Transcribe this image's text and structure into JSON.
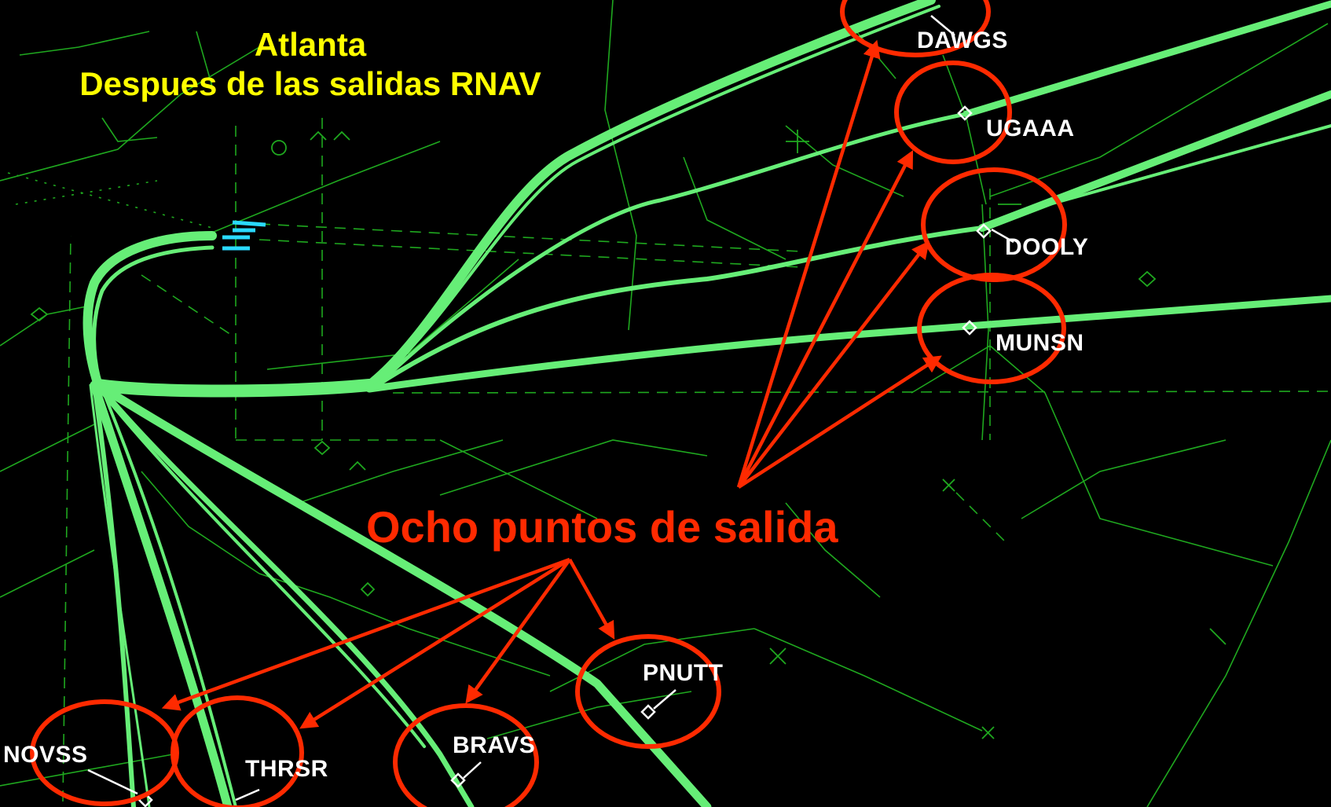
{
  "title": {
    "line1": "Atlanta",
    "line2": "Despues de las salidas RNAV"
  },
  "callout": "Ocho puntos de salida",
  "waypoints": {
    "dawgs": "DAWGS",
    "ugaaa": "UGAAA",
    "dooly": "DOOLY",
    "munsn": "MUNSN",
    "pnutt": "PNUTT",
    "bravs": "BRAVS",
    "thrsr": "THRSR",
    "novss": "NOVSS"
  },
  "colors": {
    "background": "#000000",
    "tracks": "#66ee77",
    "map_lines": "#1fa81f",
    "runways": "#2ad9ff",
    "annotation": "#ff2a00",
    "title": "#ffff00",
    "waypoint_text": "#ffffff"
  }
}
